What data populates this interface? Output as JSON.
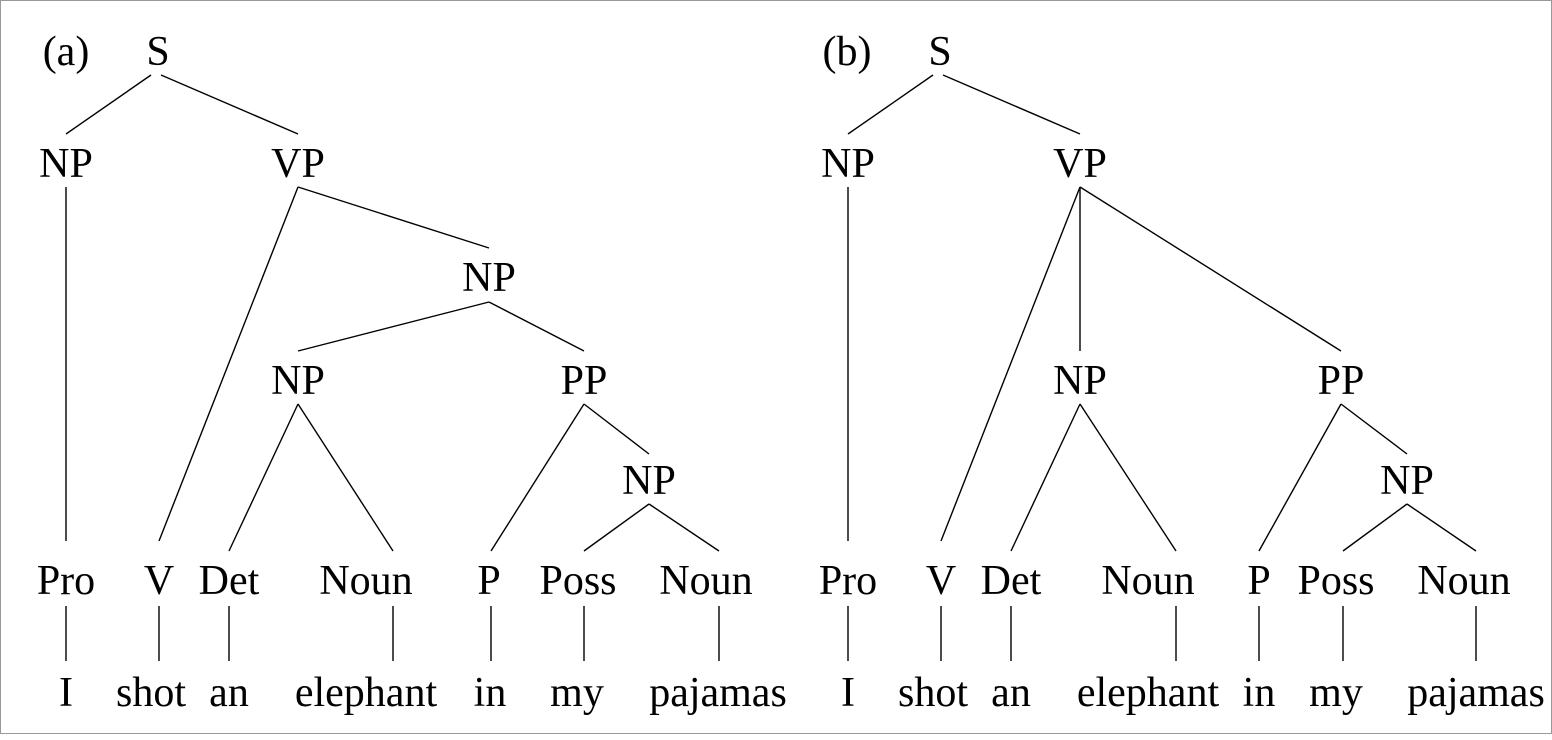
{
  "trees": [
    {
      "label": "(a)",
      "nodes": {
        "S": "S",
        "NP_subj": "NP",
        "VP": "VP",
        "NP_obj": "NP",
        "NP_inner": "NP",
        "PP": "PP",
        "NP_pp": "NP",
        "Pro": "Pro",
        "V": "V",
        "Det": "Det",
        "Noun1": "Noun",
        "P": "P",
        "Poss": "Poss",
        "Noun2": "Noun"
      },
      "words": [
        "I",
        "shot",
        "an",
        "elephant",
        "in",
        "my",
        "pajamas"
      ]
    },
    {
      "label": "(b)",
      "nodes": {
        "S": "S",
        "NP_subj": "NP",
        "VP": "VP",
        "NP_obj": "NP",
        "PP": "PP",
        "NP_pp": "NP",
        "Pro": "Pro",
        "V": "V",
        "Det": "Det",
        "Noun1": "Noun",
        "P": "P",
        "Poss": "Poss",
        "Noun2": "Noun"
      },
      "words": [
        "I",
        "shot",
        "an",
        "elephant",
        "in",
        "my",
        "pajamas"
      ]
    }
  ]
}
